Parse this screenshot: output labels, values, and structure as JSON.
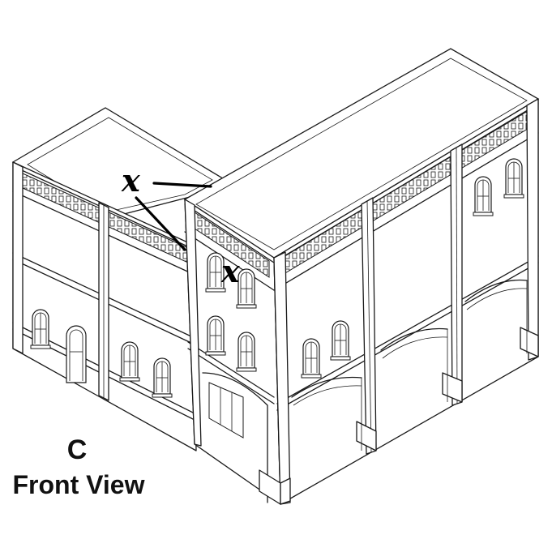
{
  "labels": {
    "callout_x_top": "x",
    "callout_x_corner": "x",
    "caption_letter": "C",
    "caption_view": "Front View"
  }
}
